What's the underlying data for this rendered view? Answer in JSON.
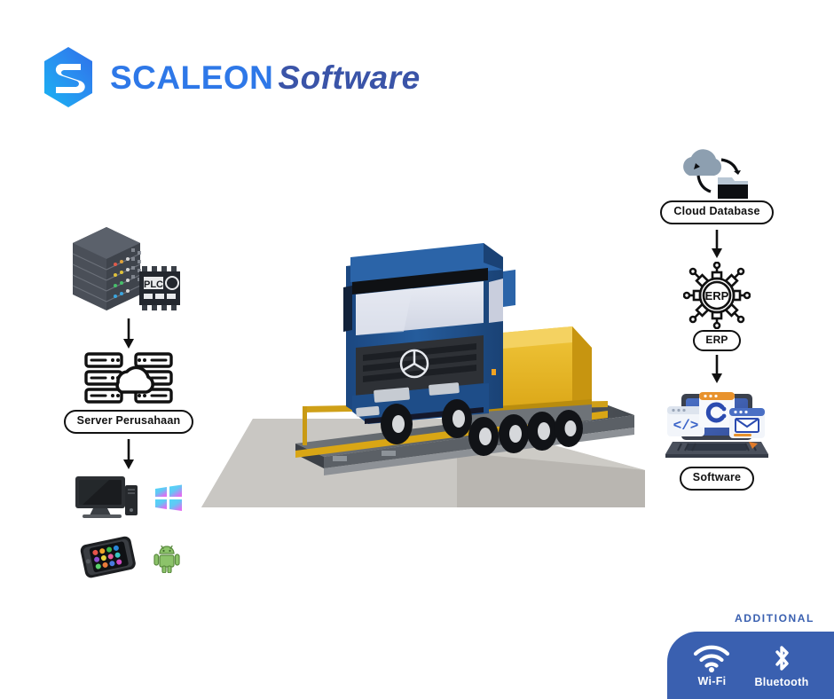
{
  "brand": {
    "name_primary": "SCALEON",
    "name_secondary": "Software",
    "logo_icon": "hexagon-s-logo",
    "color_primary": "#2e78e8",
    "color_secondary": "#3a54a8"
  },
  "left_flow": {
    "nodes": [
      {
        "id": "plc-server",
        "icon": "server-rack-plc-icon",
        "label": ""
      },
      {
        "id": "server-perusahaan",
        "icon": "cloud-server-icon",
        "label": "Server Perusahaan"
      },
      {
        "id": "clients",
        "icon": "desktop-and-mobile-icon",
        "label": ""
      }
    ],
    "arrows": [
      "down-arrow",
      "down-arrow"
    ],
    "plc_chip_text": "PLC",
    "clients": [
      {
        "device": "desktop-computer-icon",
        "platform": "windows-logo-icon"
      },
      {
        "device": "smartphone-icon",
        "platform": "android-logo-icon"
      }
    ]
  },
  "right_flow": {
    "nodes": [
      {
        "id": "cloud-database",
        "icon": "cloud-folder-icon",
        "label": "Cloud Database"
      },
      {
        "id": "erp",
        "icon": "erp-gear-icon",
        "label": "ERP",
        "inner_text": "ERP"
      },
      {
        "id": "software",
        "icon": "laptop-apps-icon",
        "label": "Software"
      }
    ],
    "arrows": [
      "down-arrow",
      "down-arrow"
    ]
  },
  "additional": {
    "title": "ADDITIONAL",
    "panel_color": "#3a60b0",
    "items": [
      {
        "icon": "wifi-icon",
        "label": "Wi-Fi"
      },
      {
        "icon": "bluetooth-icon",
        "label": "Bluetooth"
      }
    ]
  },
  "scene": {
    "name": "truck-on-weighbridge-illustration",
    "truck_color": "#1f4f8f",
    "trailer_color": "#e8b41e",
    "platform_color": "#8a8e93",
    "ramp_color": "#c8c6c2"
  }
}
